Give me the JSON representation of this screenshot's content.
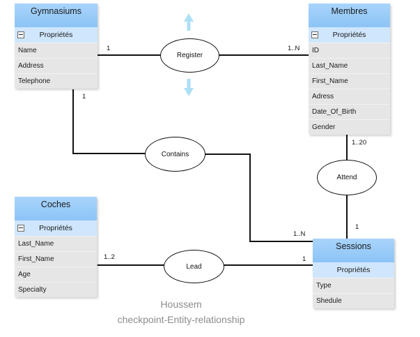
{
  "entities": {
    "gymnasiums": {
      "title": "Gymnasiums",
      "section": "Propriétés",
      "attributes": [
        "Name",
        "Address",
        "Telephone"
      ]
    },
    "membres": {
      "title": "Membres",
      "section": "Propriétés",
      "attributes": [
        "ID",
        "Last_Name",
        "First_Name",
        "Adress",
        "Date_Of_Birth",
        "Gender"
      ]
    },
    "coches": {
      "title": "Coches",
      "section": "Propriétés",
      "attributes": [
        "Last_Name",
        "First_Name",
        "Age",
        "Specialty"
      ]
    },
    "sessions": {
      "title": "Sessions",
      "section": "Propriétés",
      "attributes": [
        "Type",
        "Shedule"
      ]
    }
  },
  "relations": {
    "register": "Register",
    "contains": "Contains",
    "attend": "Attend",
    "lead": "Lead"
  },
  "cardinalities": {
    "register_gym": "1",
    "register_membres": "1..N",
    "contains_gym": "1",
    "contains_sessions": "1..N",
    "attend_membres": "1..20",
    "attend_sessions": "1",
    "lead_coches": "1..2",
    "lead_sessions": "1"
  },
  "caption": {
    "line1": "Houssem",
    "line2": "checkpoint-Entity-relationship"
  },
  "colors": {
    "header": "#8cc4f6",
    "section": "#cfe6fd",
    "body": "#e6e6e6",
    "connector": "#111111",
    "arrow": "#aee0f5"
  }
}
